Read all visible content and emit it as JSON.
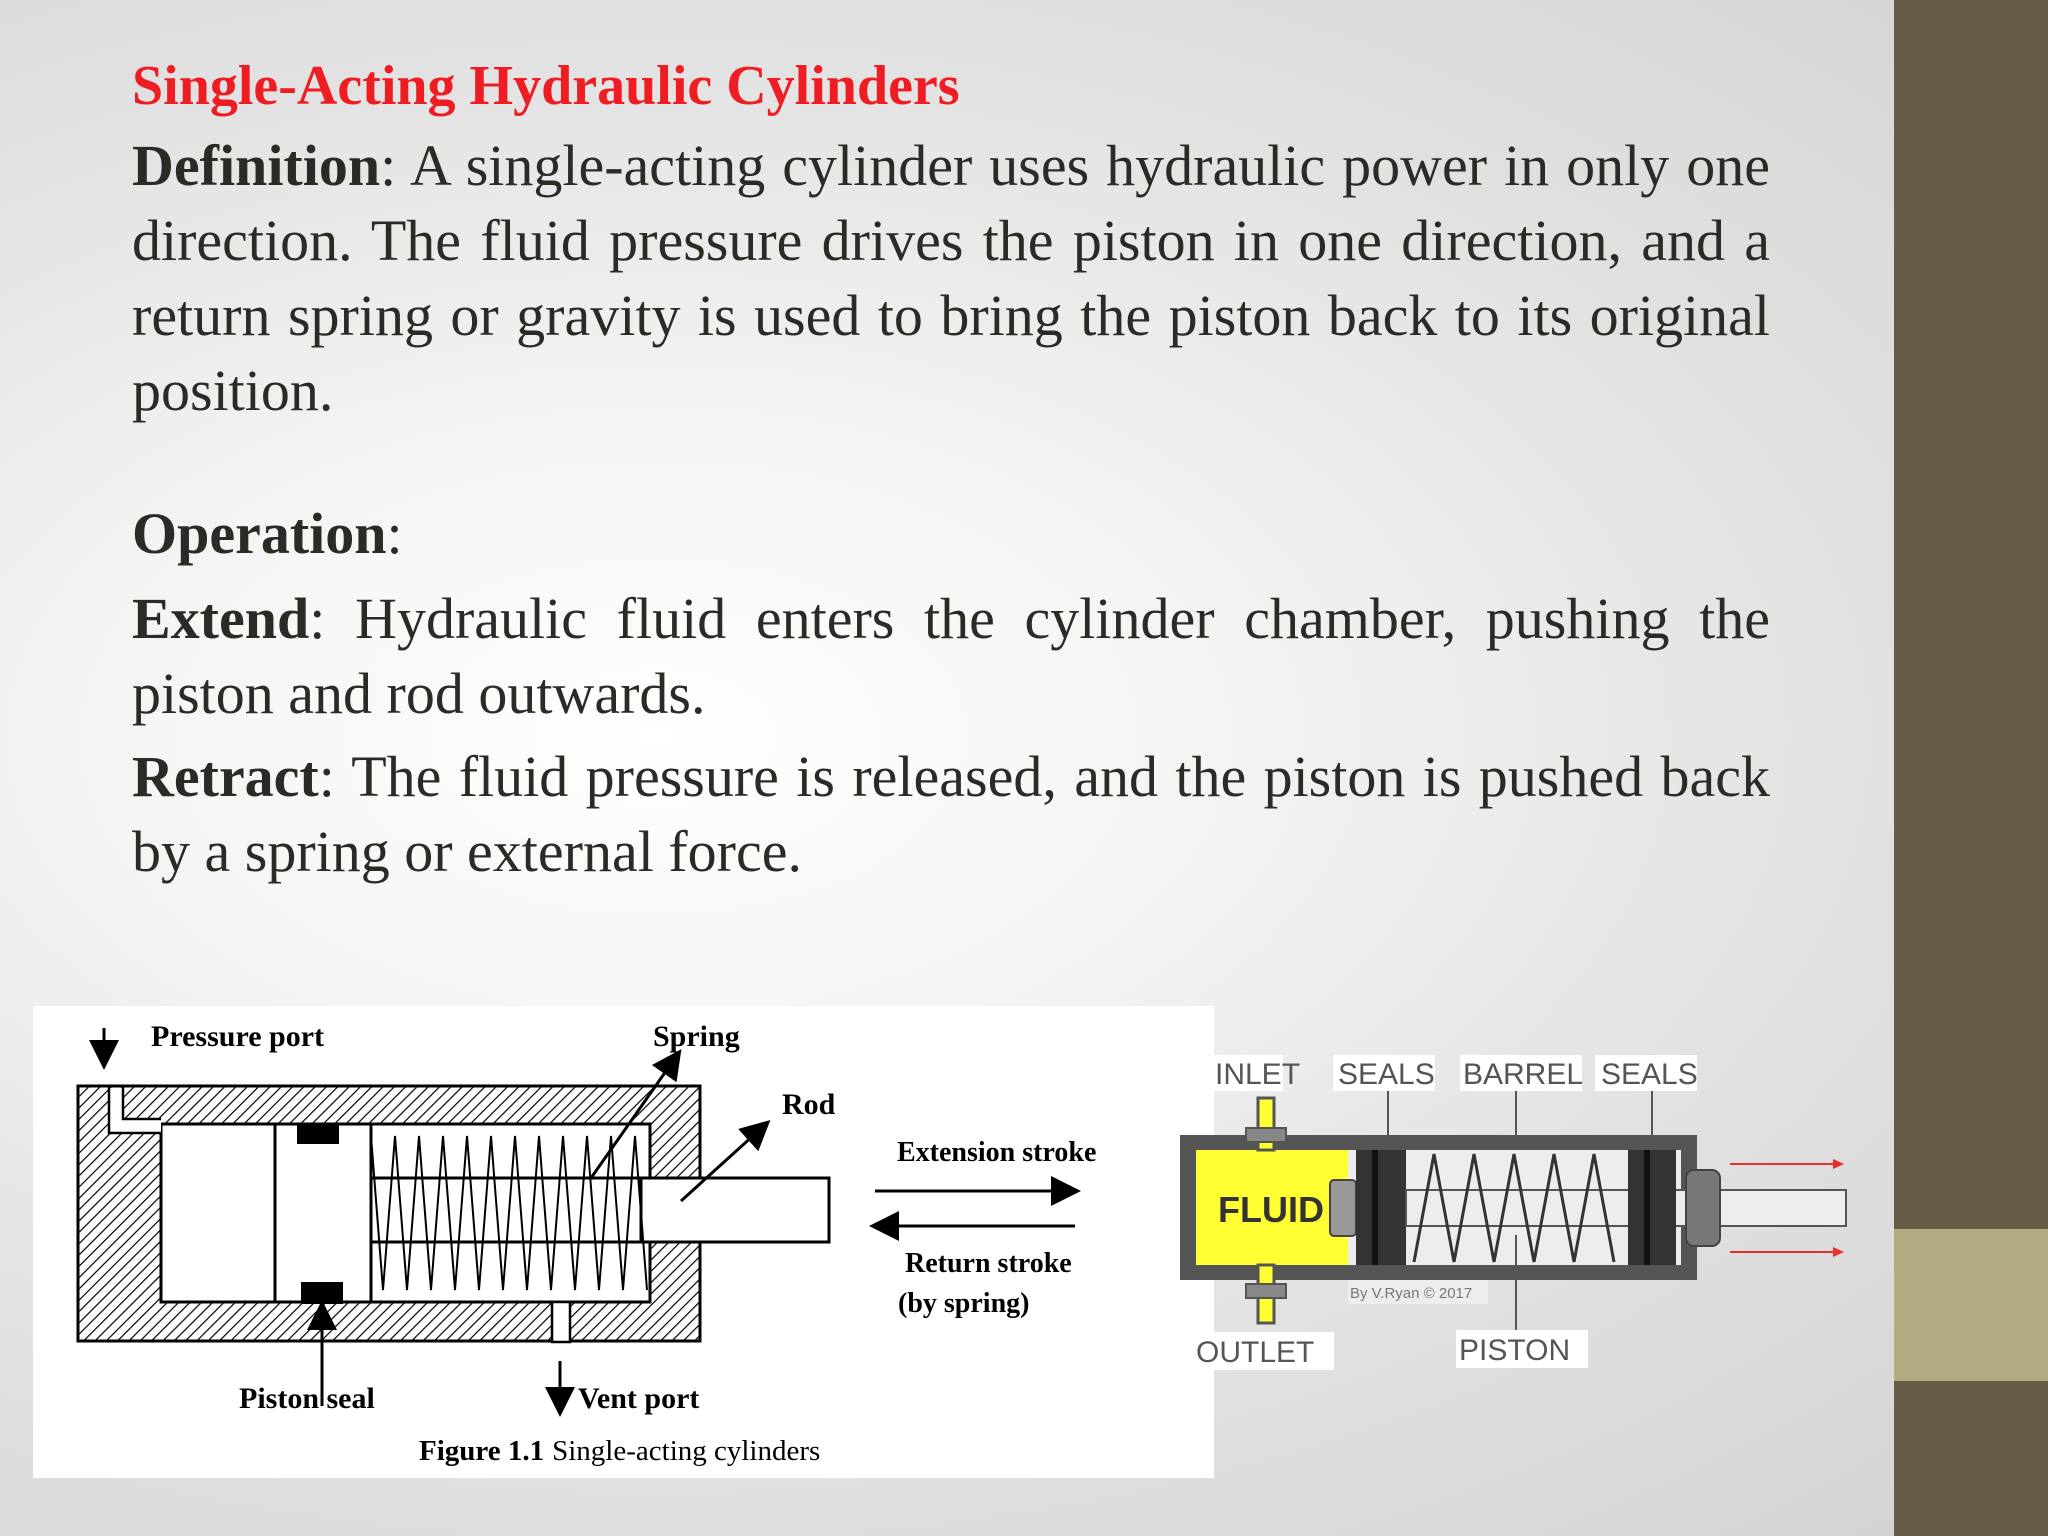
{
  "slide": {
    "title": "Single-Acting Hydraulic Cylinders",
    "definition": {
      "term": "Definition",
      "text": ": A single-acting cylinder uses hydraulic power in only one direction. The fluid pressure drives the piston in one direction, and a return spring or gravity is used to bring the piston back to its original position."
    },
    "operation": {
      "term": "Operation",
      "text": ":"
    },
    "extend": {
      "term": "Extend",
      "text": ": Hydraulic fluid enters the cylinder chamber, pushing the piston and rod outwards."
    },
    "retract": {
      "term": "Retract",
      "text": ": The fluid pressure is released, and the piston is pushed back by a spring or external force."
    }
  },
  "figure_left": {
    "pressure_port": "Pressure port",
    "spring": "Spring",
    "rod": "Rod",
    "extension_stroke": "Extension stroke",
    "return_stroke": "Return stroke",
    "by_spring": "(by spring)",
    "piston_seal": "Piston seal",
    "vent_port": "Vent port",
    "caption_label": "Figure 1.1",
    "caption_text": "Single-acting cylinders"
  },
  "figure_right": {
    "inlet": "INLET",
    "seals_left": "SEALS",
    "barrel": "BARREL",
    "seals_right": "SEALS",
    "fluid": "FLUID",
    "credit": "By V.Ryan © 2017",
    "outlet": "OUTLET",
    "piston": "PISTON"
  },
  "colors": {
    "title": "#ee1c23",
    "body_text": "#2b2b25",
    "right_band": "#675b45",
    "right_band_accent": "#b3ab7f",
    "fluid": "#ffff33",
    "arrow_red": "#e8302a"
  }
}
